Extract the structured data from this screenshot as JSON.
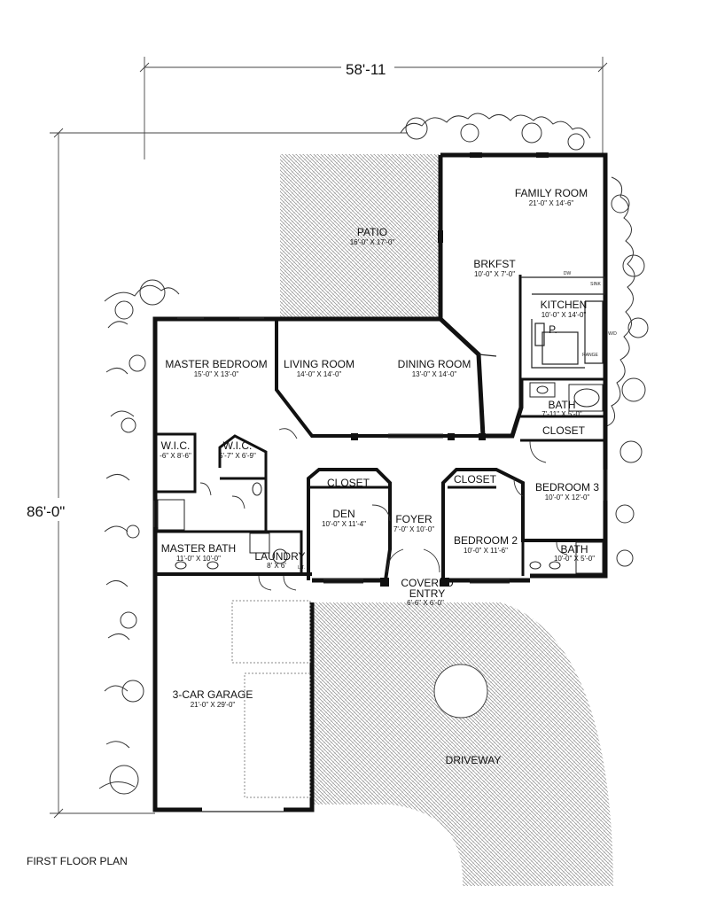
{
  "plan_title": "FIRST FLOOR PLAN",
  "dimensions": {
    "width": "58'-11",
    "depth": "86'-0\""
  },
  "rooms": {
    "family_room": {
      "name": "FAMILY ROOM",
      "size": "21'-0\" X 14'-6\""
    },
    "patio": {
      "name": "PATIO",
      "size": "16'-0\" X 17'-0\""
    },
    "breakfast": {
      "name": "BRKFST",
      "size": "10'-0\" X 7'-0\""
    },
    "kitchen": {
      "name": "KITCHEN",
      "size": "10'-0\" X 14'-0\""
    },
    "pantry": {
      "name": "P."
    },
    "master_bedroom": {
      "name": "MASTER BEDROOM",
      "size": "15'-0\" X 13'-0\""
    },
    "living_room": {
      "name": "LIVING ROOM",
      "size": "14'-0\" X 14'-0\""
    },
    "dining_room": {
      "name": "DINING ROOM",
      "size": "13'-0\" X 14'-0\""
    },
    "bath_1": {
      "name": "BATH",
      "size": "7'-11\" X 5'-0\""
    },
    "closet_hall": {
      "name": "CLOSET"
    },
    "wic_1": {
      "name": "W.I.C.",
      "size": "-6\" X 8'-6\""
    },
    "wic_2": {
      "name": "W.I.C.",
      "size": "5'-7\" X 6'-9\""
    },
    "closet_den": {
      "name": "CLOSET"
    },
    "closet_bed2": {
      "name": "CLOSET"
    },
    "bedroom_3": {
      "name": "BEDROOM 3",
      "size": "10'-0\" X 12'-0\""
    },
    "den": {
      "name": "DEN",
      "size": "10'-0\" X 11'-4\""
    },
    "foyer": {
      "name": "FOYER",
      "size": "7'-0\" X 10'-0\""
    },
    "bedroom_2": {
      "name": "BEDROOM 2",
      "size": "10'-0\" X 11'-6\""
    },
    "bath_2": {
      "name": "BATH",
      "size": "10'-0\" X 5'-0\""
    },
    "master_bath": {
      "name": "MASTER BATH",
      "size": "11'-0\" X 10'-0\""
    },
    "laundry": {
      "name": "LAUNDRY",
      "size": "8' X 6'"
    },
    "covered_entry": {
      "name": "COVERED",
      "name2": "ENTRY",
      "size": "6'-6\" X 6'-0\""
    },
    "garage": {
      "name": "3-CAR GARAGE",
      "size": "21'-0\" X 29'-0\""
    },
    "driveway": {
      "name": "DRIVEWAY"
    }
  },
  "fixture_labels": {
    "dw": "DW",
    "sink": "SINK",
    "range": "RANGE",
    "wd": "W/D",
    "lt": "L.T."
  },
  "colors": {
    "wall": "#111111",
    "paving": "#bdbdbd",
    "background": "#ffffff"
  }
}
